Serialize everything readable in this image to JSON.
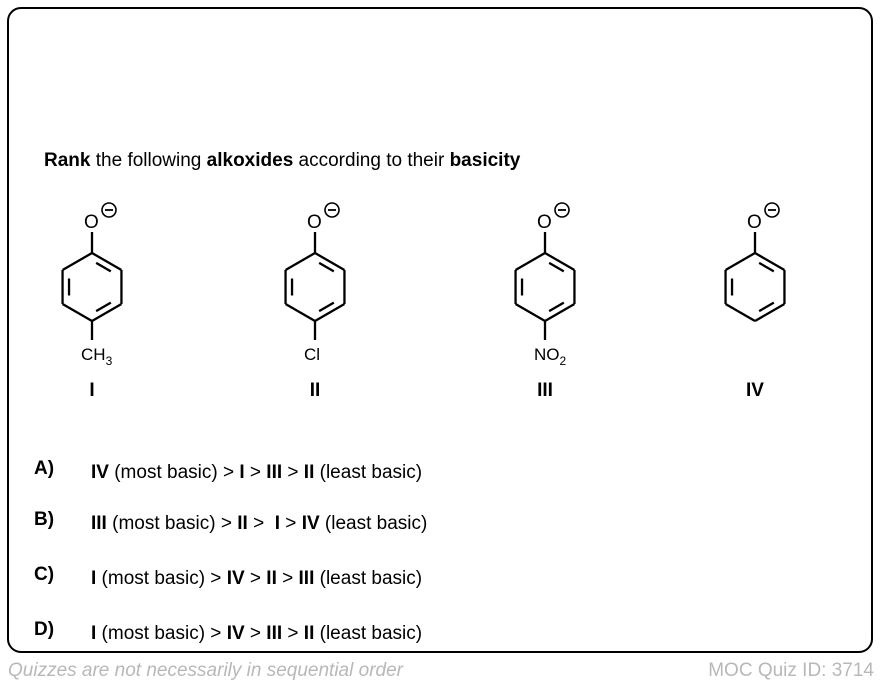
{
  "question": {
    "segments": [
      {
        "text": "Rank",
        "bold": true
      },
      {
        "text": " the following ",
        "bold": false
      },
      {
        "text": "alkoxides",
        "bold": true
      },
      {
        "text": " according to their ",
        "bold": false
      },
      {
        "text": "basicity",
        "bold": true
      }
    ]
  },
  "molecules": [
    {
      "oxygen": "O",
      "charge": "−",
      "sub_main": "CH",
      "sub_index": "3",
      "label": "I"
    },
    {
      "oxygen": "O",
      "charge": "−",
      "sub_main": "Cl",
      "sub_index": "",
      "label": "II"
    },
    {
      "oxygen": "O",
      "charge": "−",
      "sub_main": "NO",
      "sub_index": "2",
      "label": "III"
    },
    {
      "oxygen": "O",
      "charge": "−",
      "sub_main": "",
      "sub_index": "",
      "label": "IV"
    }
  ],
  "options": [
    {
      "letter": "A)",
      "segments": [
        {
          "text": "IV",
          "bold": true
        },
        {
          "text": " (most basic) > ",
          "bold": false
        },
        {
          "text": "I",
          "bold": true
        },
        {
          "text": " > ",
          "bold": false
        },
        {
          "text": "III",
          "bold": true
        },
        {
          "text": " > ",
          "bold": false
        },
        {
          "text": "II",
          "bold": true
        },
        {
          "text": " (least basic)",
          "bold": false
        }
      ]
    },
    {
      "letter": "B)",
      "segments": [
        {
          "text": "III",
          "bold": true
        },
        {
          "text": " (most basic) > ",
          "bold": false
        },
        {
          "text": "II",
          "bold": true
        },
        {
          "text": " >  ",
          "bold": false
        },
        {
          "text": "I",
          "bold": true
        },
        {
          "text": " > ",
          "bold": false
        },
        {
          "text": "IV",
          "bold": true
        },
        {
          "text": " (least basic)",
          "bold": false
        }
      ]
    },
    {
      "letter": "C)",
      "segments": [
        {
          "text": "I",
          "bold": true
        },
        {
          "text": " (most basic) > ",
          "bold": false
        },
        {
          "text": "IV",
          "bold": true
        },
        {
          "text": " > ",
          "bold": false
        },
        {
          "text": "II",
          "bold": true
        },
        {
          "text": " > ",
          "bold": false
        },
        {
          "text": "III",
          "bold": true
        },
        {
          "text": " (least basic)",
          "bold": false
        }
      ]
    },
    {
      "letter": "D)",
      "segments": [
        {
          "text": "I",
          "bold": true
        },
        {
          "text": " (most basic) > ",
          "bold": false
        },
        {
          "text": "IV",
          "bold": true
        },
        {
          "text": " > ",
          "bold": false
        },
        {
          "text": "III",
          "bold": true
        },
        {
          "text": " > ",
          "bold": false
        },
        {
          "text": "II",
          "bold": true
        },
        {
          "text": " (least basic)",
          "bold": false
        }
      ]
    }
  ],
  "footer": {
    "note": "Quizzes are not necessarily in sequential order",
    "quiz_id": "MOC Quiz ID: 3714"
  }
}
